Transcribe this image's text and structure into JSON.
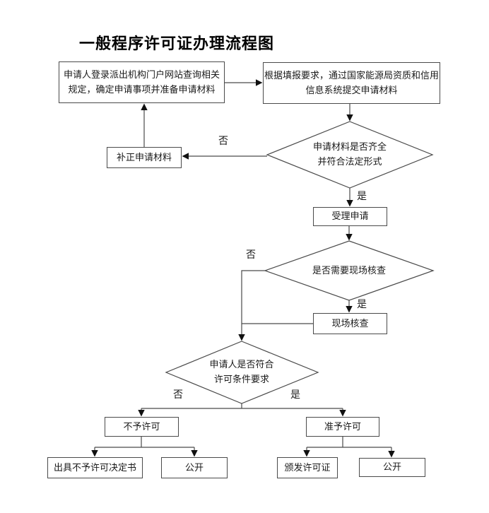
{
  "title": "一般程序许可证办理流程图",
  "nodes": {
    "portal": {
      "label": "申请人登录派出机构门户网站查询相关\n规定，确定申请事项并准备申请材料"
    },
    "submit": {
      "label": "根据填报要求，通过国家能源局资质和信用\n信息系统提交申请材料"
    },
    "correct": {
      "label": "补正申请材料"
    },
    "accept": {
      "label": "受理申请"
    },
    "onsite": {
      "label": "现场核查"
    },
    "deny": {
      "label": "不予许可"
    },
    "grant": {
      "label": "准予许可"
    },
    "deny_letter": {
      "label": "出具不予许可决定书"
    },
    "public_deny": {
      "label": "公开"
    },
    "issue_license": {
      "label": "颁发许可证"
    },
    "public_grant": {
      "label": "公开"
    }
  },
  "decisions": {
    "materials_complete": {
      "label": "申请材料是否齐全\n并符合法定形式"
    },
    "need_onsite": {
      "label": "是否需要现场核查"
    },
    "meets_conditions": {
      "label": "申请人是否符合\n许可条件要求"
    }
  },
  "branches": {
    "materials_no": "否",
    "materials_yes": "是",
    "onsite_no": "否",
    "onsite_yes": "是",
    "conditions_no": "否",
    "conditions_yes": "是"
  },
  "colors": {
    "line": "#4a4a4a",
    "arrow": "#111111",
    "text": "#1a1a1a",
    "background": "#ffffff"
  }
}
